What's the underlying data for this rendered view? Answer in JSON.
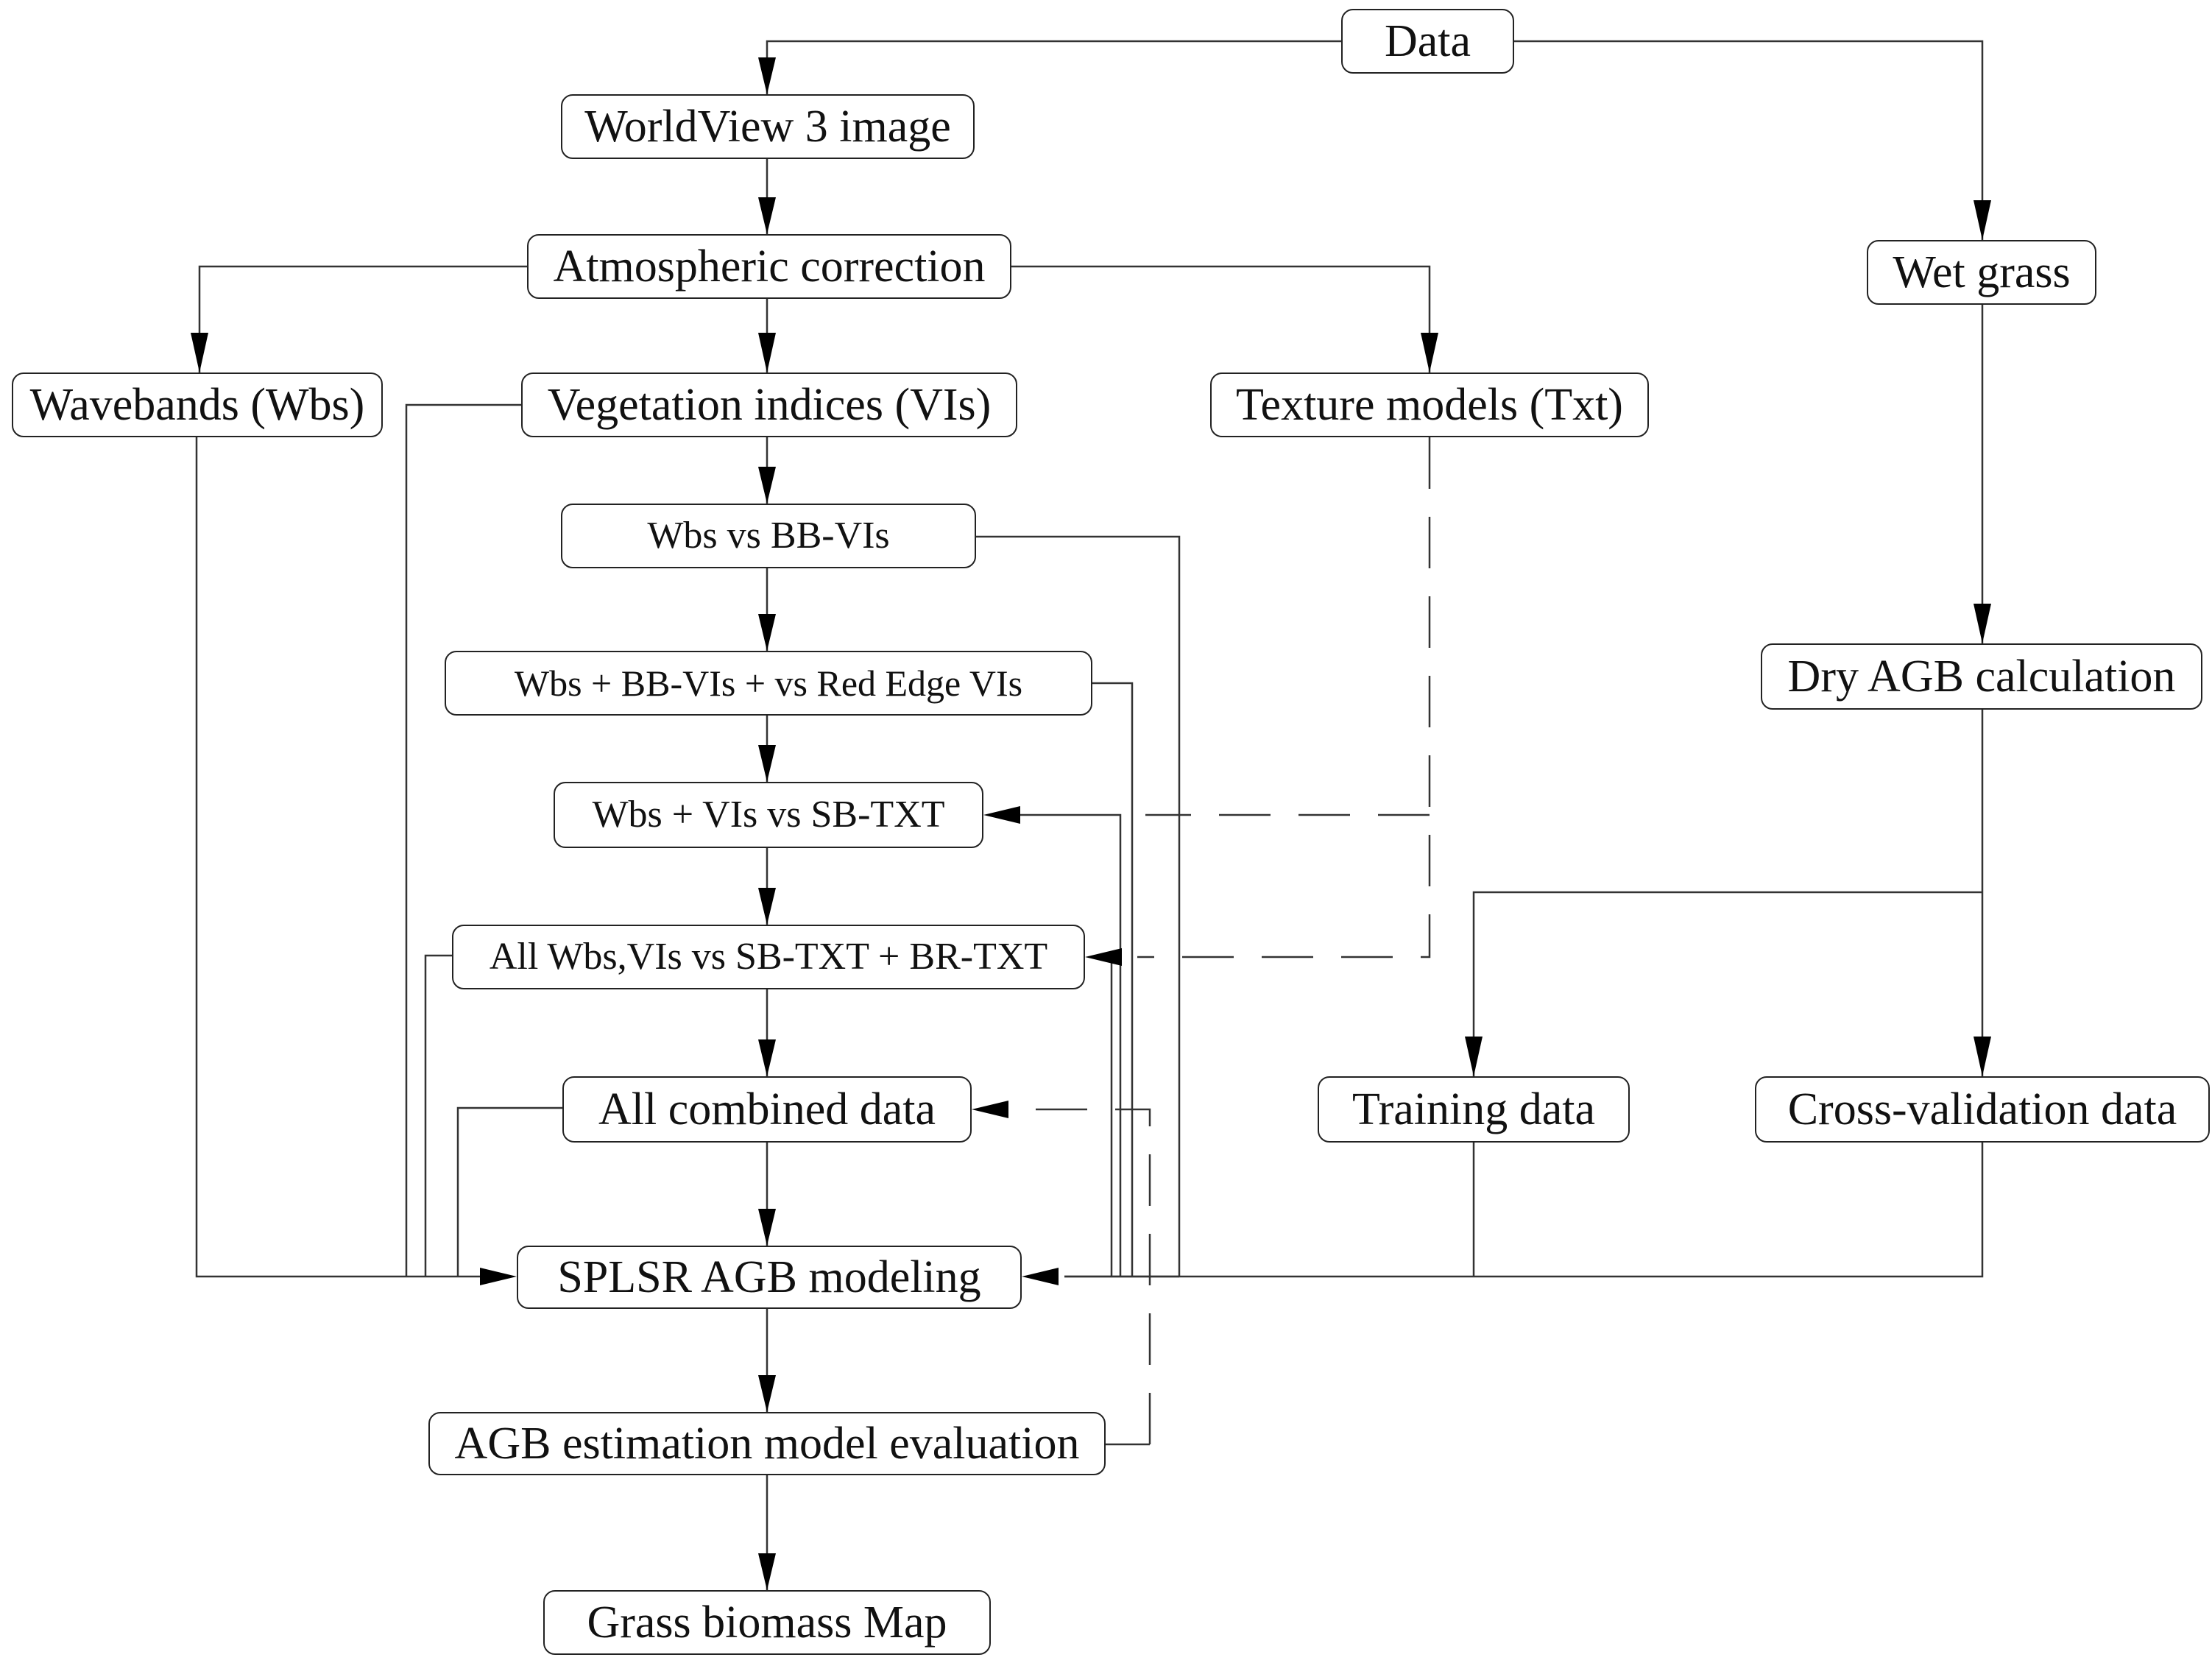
{
  "nodes": {
    "data": "Data",
    "worldview": "WorldView 3 image",
    "atmospheric": "Atmospheric correction",
    "wavebands": "Wavebands (Wbs)",
    "vegetation": "Vegetation indices (VIs)",
    "texture": "Texture models (Txt)",
    "wet_grass": "Wet grass",
    "wbs_bbvis": "Wbs  vs BB-VIs",
    "wbs_rededge": "Wbs + BB-VIs + vs  Red Edge VIs",
    "wbs_sbtxt": "Wbs + VIs vs SB-TXT",
    "all_wbs_txt": "All Wbs,VIs vs SB-TXT + BR-TXT",
    "all_combined": "All combined data",
    "splsr": "SPLSR AGB modeling",
    "evaluation": "AGB estimation model evaluation",
    "biomass_map": "Grass biomass Map",
    "dry_agb": "Dry AGB calculation",
    "training": "Training data",
    "cross_validation": "Cross-validation data"
  },
  "colors": {
    "line": "#333333",
    "arrow": "#000000",
    "box_border": "#222222",
    "background": "#ffffff"
  }
}
